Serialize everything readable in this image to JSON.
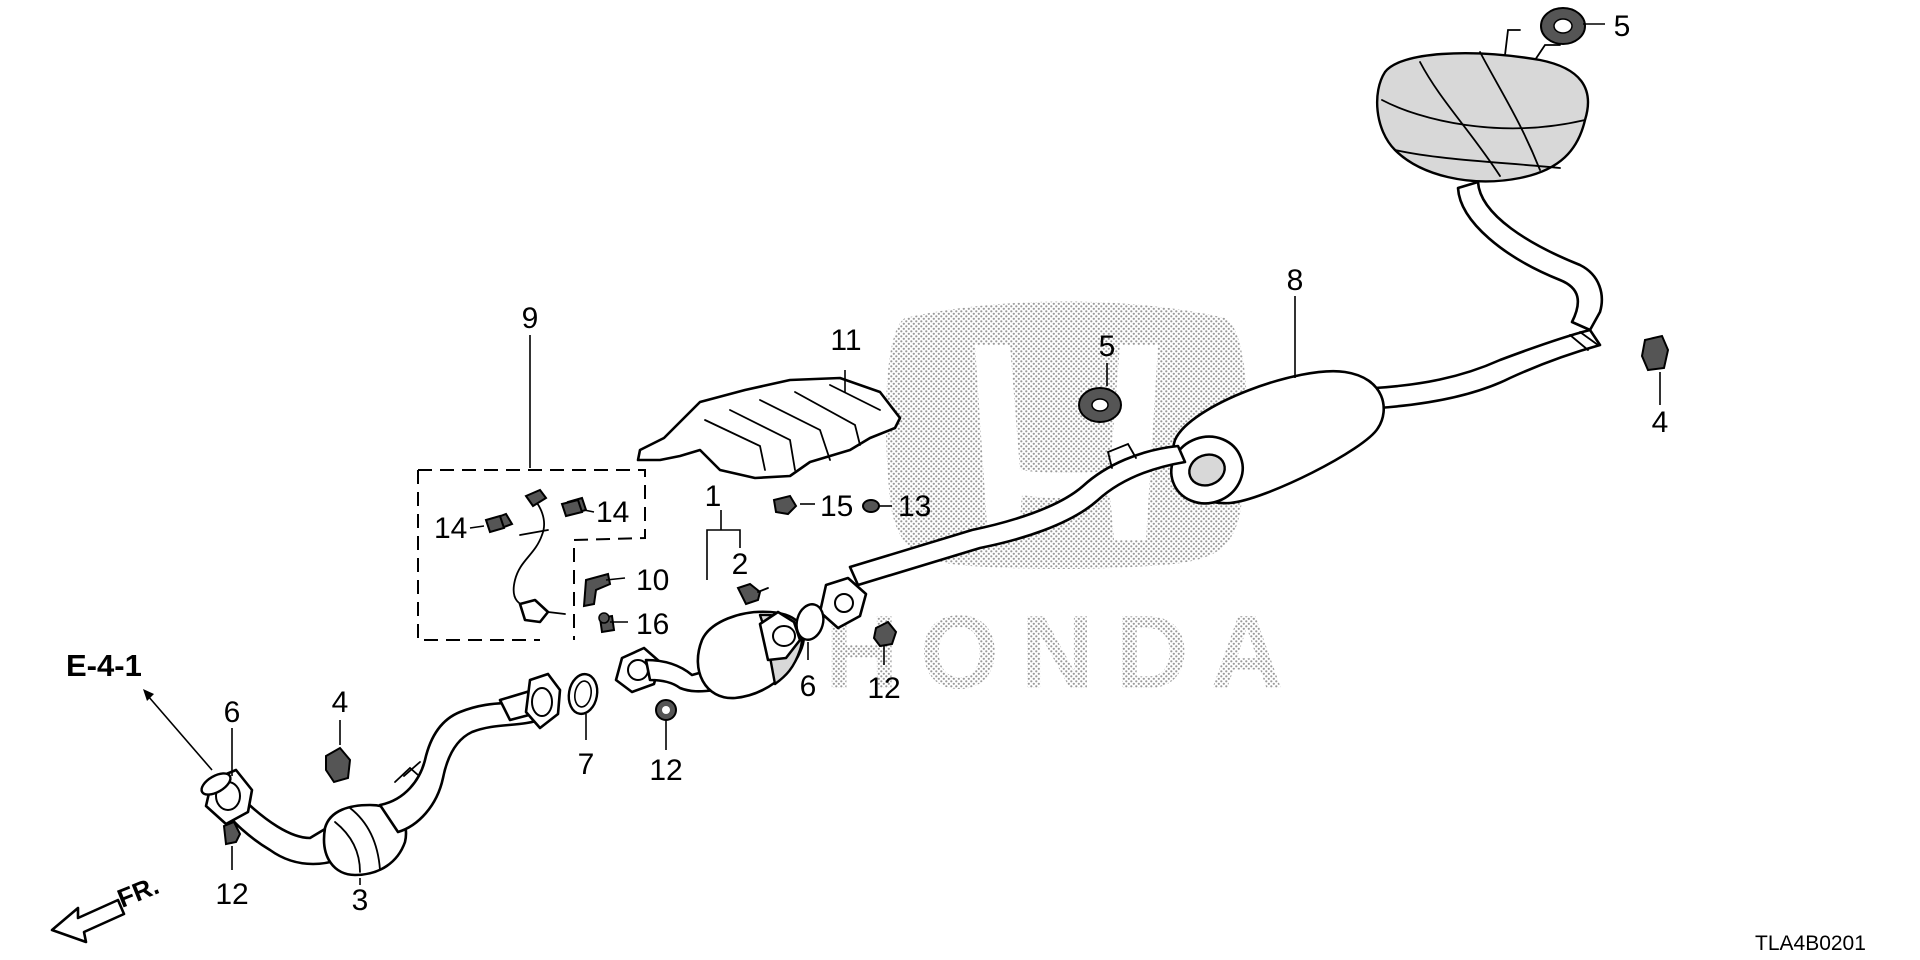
{
  "diagram": {
    "reference": "E-4-1",
    "front_arrow_label": "FR.",
    "diagram_code": "TLA4B0201",
    "watermark_text": "HONDA",
    "callouts": [
      {
        "key": "c1",
        "text": "1"
      },
      {
        "key": "c2",
        "text": "2"
      },
      {
        "key": "c3",
        "text": "3"
      },
      {
        "key": "c4a",
        "text": "4"
      },
      {
        "key": "c4b",
        "text": "4"
      },
      {
        "key": "c5a",
        "text": "5"
      },
      {
        "key": "c5b",
        "text": "5"
      },
      {
        "key": "c6a",
        "text": "6"
      },
      {
        "key": "c6b",
        "text": "6"
      },
      {
        "key": "c7",
        "text": "7"
      },
      {
        "key": "c8",
        "text": "8"
      },
      {
        "key": "c9",
        "text": "9"
      },
      {
        "key": "c10",
        "text": "10"
      },
      {
        "key": "c11",
        "text": "11"
      },
      {
        "key": "c12a",
        "text": "12"
      },
      {
        "key": "c12b",
        "text": "12"
      },
      {
        "key": "c12c",
        "text": "12"
      },
      {
        "key": "c13",
        "text": "13"
      },
      {
        "key": "c14a",
        "text": "14"
      },
      {
        "key": "c14b",
        "text": "14"
      },
      {
        "key": "c15",
        "text": "15"
      },
      {
        "key": "c16",
        "text": "16"
      }
    ]
  }
}
